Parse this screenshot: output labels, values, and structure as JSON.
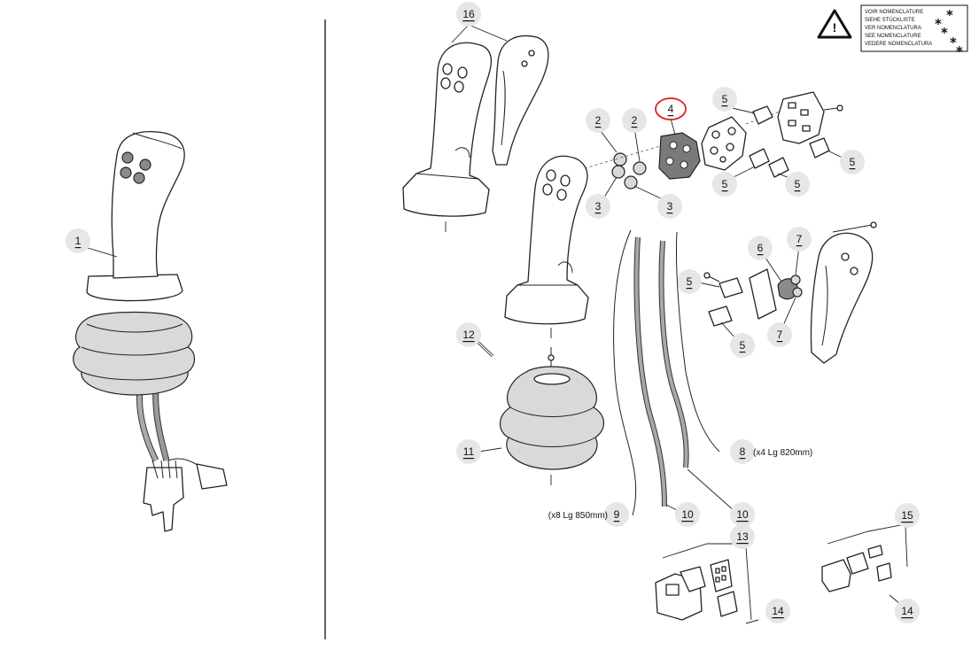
{
  "warning": {
    "lines": [
      "VOIR NOMENCLATURE",
      "SIEHE STÜCKLISTE",
      "VER NOMENCLATURA",
      "SEE NOMENCLATURE",
      "VEDERE NOMENCLATURA"
    ],
    "icon": "warning-triangle-icon",
    "mark": "*"
  },
  "callouts": {
    "c1": "1",
    "c16": "16",
    "c2a": "2",
    "c2b": "2",
    "c3a": "3",
    "c3b": "3",
    "c4": "4",
    "c5a": "5",
    "c5b": "5",
    "c5c": "5",
    "c5d": "5",
    "c5e": "5",
    "c5f": "5",
    "c6": "6",
    "c7a": "7",
    "c7b": "7",
    "c8": "8",
    "c9": "9",
    "c10a": "10",
    "c10b": "10",
    "c11": "11",
    "c12": "12",
    "c13": "13",
    "c14a": "14",
    "c14b": "14",
    "c15": "15"
  },
  "notes": {
    "wire8": "(x4 Lg 820mm)",
    "wire9": "(x8 Lg 850mm)"
  },
  "highlight": {
    "part": "4",
    "color": "#e02020"
  }
}
